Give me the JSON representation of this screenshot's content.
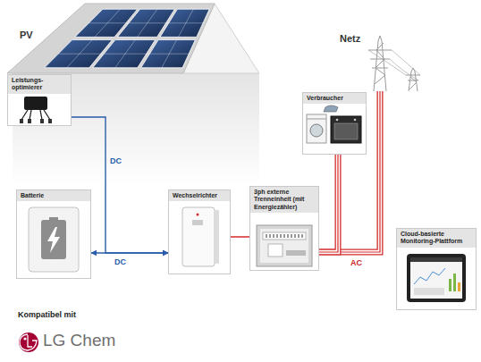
{
  "diagram": {
    "nodes": [
      {
        "text": [
          "Leistungs- optimierer"
        ]
      },
      {
        "text": [
          "Verbraucher"
        ]
      },
      {
        "text": [
          "Batterie"
        ]
      },
      {
        "text": [
          "Wechselrichter"
        ]
      },
      {
        "text": [
          "3ph externe Trenneinheit (mit Energiezähler)"
        ]
      },
      {
        "text": [
          "Cloud-basierte Monitoring-Plattform"
        ]
      }
    ],
    "edges": [
      {
        "from": 0,
        "to": 3,
        "arrow": "to",
        "label": "DC"
      },
      {
        "from": 2,
        "to": 3,
        "arrow": "both",
        "label": "DC"
      },
      {
        "from": 3,
        "to": 4,
        "arrow": "none"
      },
      {
        "from": 4,
        "to": 1,
        "arrow": "none"
      }
    ],
    "labels": [
      "PV",
      "Netz",
      "AC",
      "Kompatibel mit",
      "LG Chem"
    ]
  }
}
